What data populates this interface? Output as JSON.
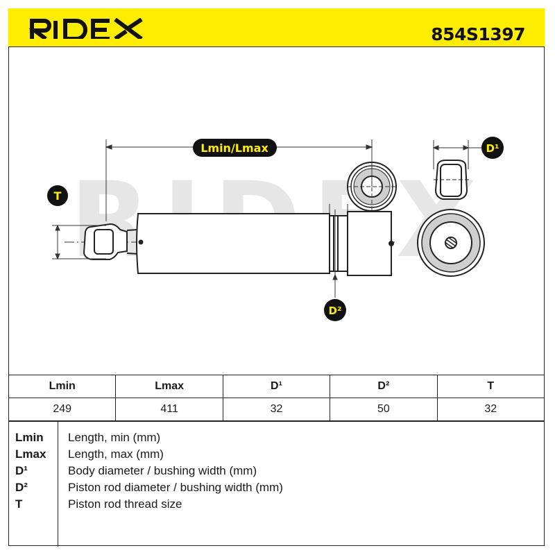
{
  "brand": {
    "logo_text": "RIDEX",
    "watermark_text": "RIDEX",
    "color_accent": "#ffed00"
  },
  "part_number": "854S1397",
  "diagram": {
    "labels": {
      "length": "Lmin/Lmax",
      "thread": "T",
      "body_diameter": "D¹",
      "rod_diameter": "D²"
    }
  },
  "specs": {
    "headers": [
      "Lmin",
      "Lmax",
      "D¹",
      "D²",
      "T"
    ],
    "values": [
      "249",
      "411",
      "32",
      "50",
      "32"
    ]
  },
  "legend": [
    {
      "key": "Lmin",
      "text": "Length, min (mm)"
    },
    {
      "key": "Lmax",
      "text": "Length, max (mm)"
    },
    {
      "key": "D¹",
      "text": "Body diameter / bushing width (mm)"
    },
    {
      "key": "D²",
      "text": "Piston rod diameter / bushing width (mm)"
    },
    {
      "key": "T",
      "text": "Piston rod thread size"
    }
  ]
}
